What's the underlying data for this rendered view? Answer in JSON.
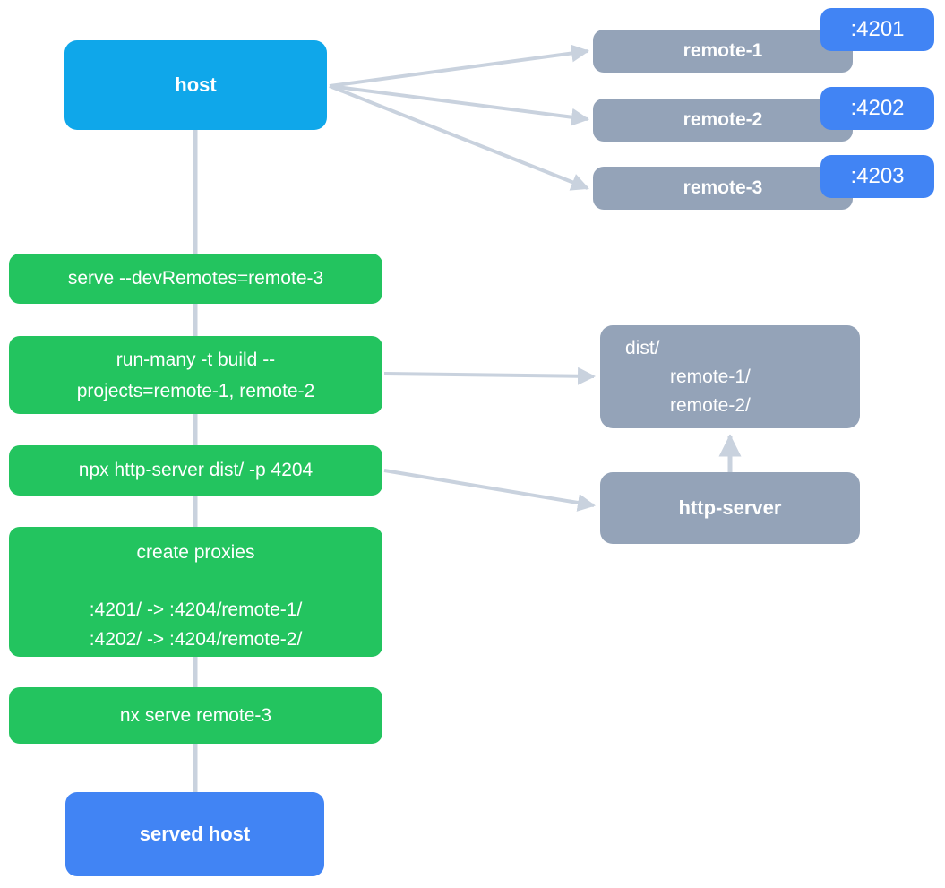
{
  "colors": {
    "host_blue": "#0fa7ea",
    "accent_blue": "#4184f4",
    "green": "#23c45f",
    "gray": "#94a3b8",
    "arrow": "#c9d2de"
  },
  "nodes": {
    "host": {
      "label": "host"
    },
    "served_host": {
      "label": "served host"
    },
    "remotes": [
      {
        "label": "remote-1",
        "port": ":4201"
      },
      {
        "label": "remote-2",
        "port": ":4202"
      },
      {
        "label": "remote-3",
        "port": ":4203"
      }
    ],
    "steps": {
      "serve": {
        "label": "serve --devRemotes=remote-3"
      },
      "build": {
        "line1": "run-many -t build --",
        "line2": "projects=remote-1, remote-2"
      },
      "http_server_cmd": {
        "label": "npx http-server dist/ -p 4204"
      },
      "proxies": {
        "title": "create proxies",
        "mapping1": ":4201/ -> :4204/remote-1/",
        "mapping2": ":4202/ -> :4204/remote-2/"
      },
      "serve_remote3": {
        "label": "nx serve remote-3"
      }
    },
    "dist": {
      "line1": "dist/",
      "line2": "remote-1/",
      "line3": "remote-2/"
    },
    "http_server": {
      "label": "http-server"
    }
  }
}
